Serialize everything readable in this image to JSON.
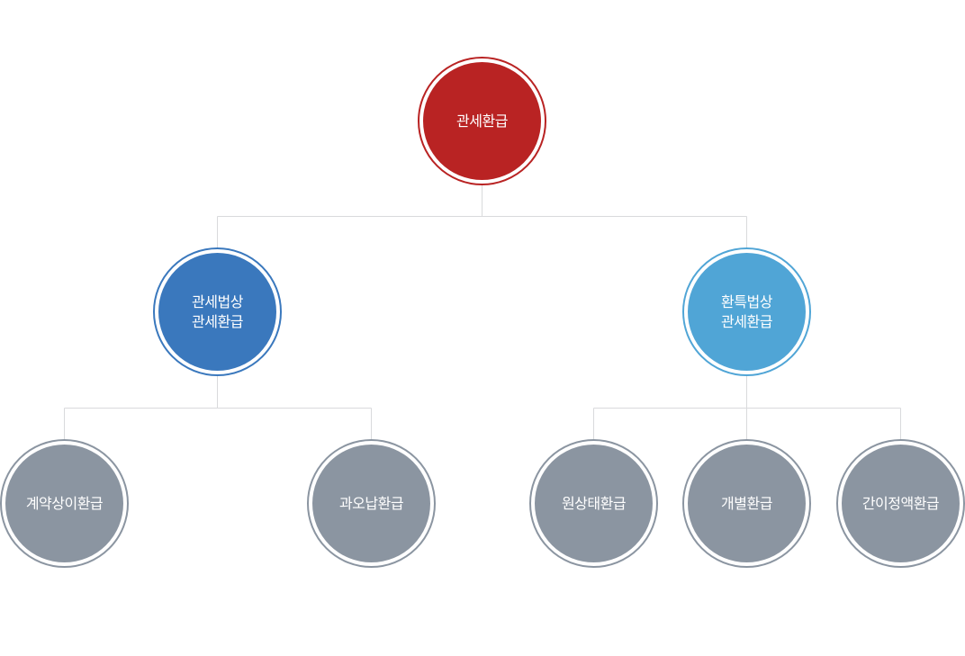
{
  "root": {
    "label": "관세환급"
  },
  "branches": [
    {
      "line1": "관세법상",
      "line2": "관세환급",
      "children": [
        "계약상이환급",
        "과오납환급"
      ]
    },
    {
      "line1": "환특법상",
      "line2": "관세환급",
      "children": [
        "원상태환급",
        "개별환급",
        "간이정액환급"
      ]
    }
  ],
  "colors": {
    "root": "#b92323",
    "branch_left": "#3a78bd",
    "branch_right": "#50a5d6",
    "leaf": "#8b95a1",
    "connector": "#d9dadc"
  }
}
